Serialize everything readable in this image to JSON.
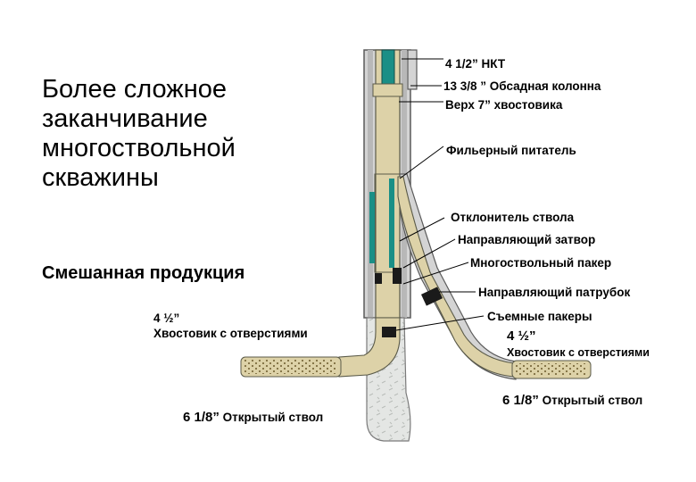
{
  "title": "Более сложное заканчивание многоствольной скважины",
  "subtitle": "Смешанная продукция",
  "colors": {
    "tubing_fill": "#ddd2a8",
    "tubing_stroke": "#5a5a48",
    "casing_fill": "#d4d4d4",
    "teal": "#1a8f86",
    "open_hole": "#e2e4e2",
    "packer": "#1a1a1a"
  },
  "labels": {
    "tubing": "4 1/2” НКТ",
    "casing": "13 3/8 ” Обсадная колонна",
    "liner_top": "Верх  7” хвостовика",
    "filter_feeder": "Фильерный питатель",
    "whipstock": "Отклонитель ствола",
    "guide_valve": "Направляющий затвор",
    "multilateral_packer": "Многоствольный пакер",
    "guide_sub": "Направляющий патрубок",
    "retrievable_packers": "Съемные пакеры",
    "left_liner_size": "4 ½”",
    "left_liner_desc": "Хвостовик с отверстиями",
    "right_liner_size": "4 ½”",
    "right_liner_desc": "Хвостовик с отверстиями",
    "left_open_hole_size": "6 1/8”",
    "left_open_hole_desc": "Открытый ствол",
    "right_open_hole_size": "6 1/8”",
    "right_open_hole_desc": "Открытый ствол"
  }
}
